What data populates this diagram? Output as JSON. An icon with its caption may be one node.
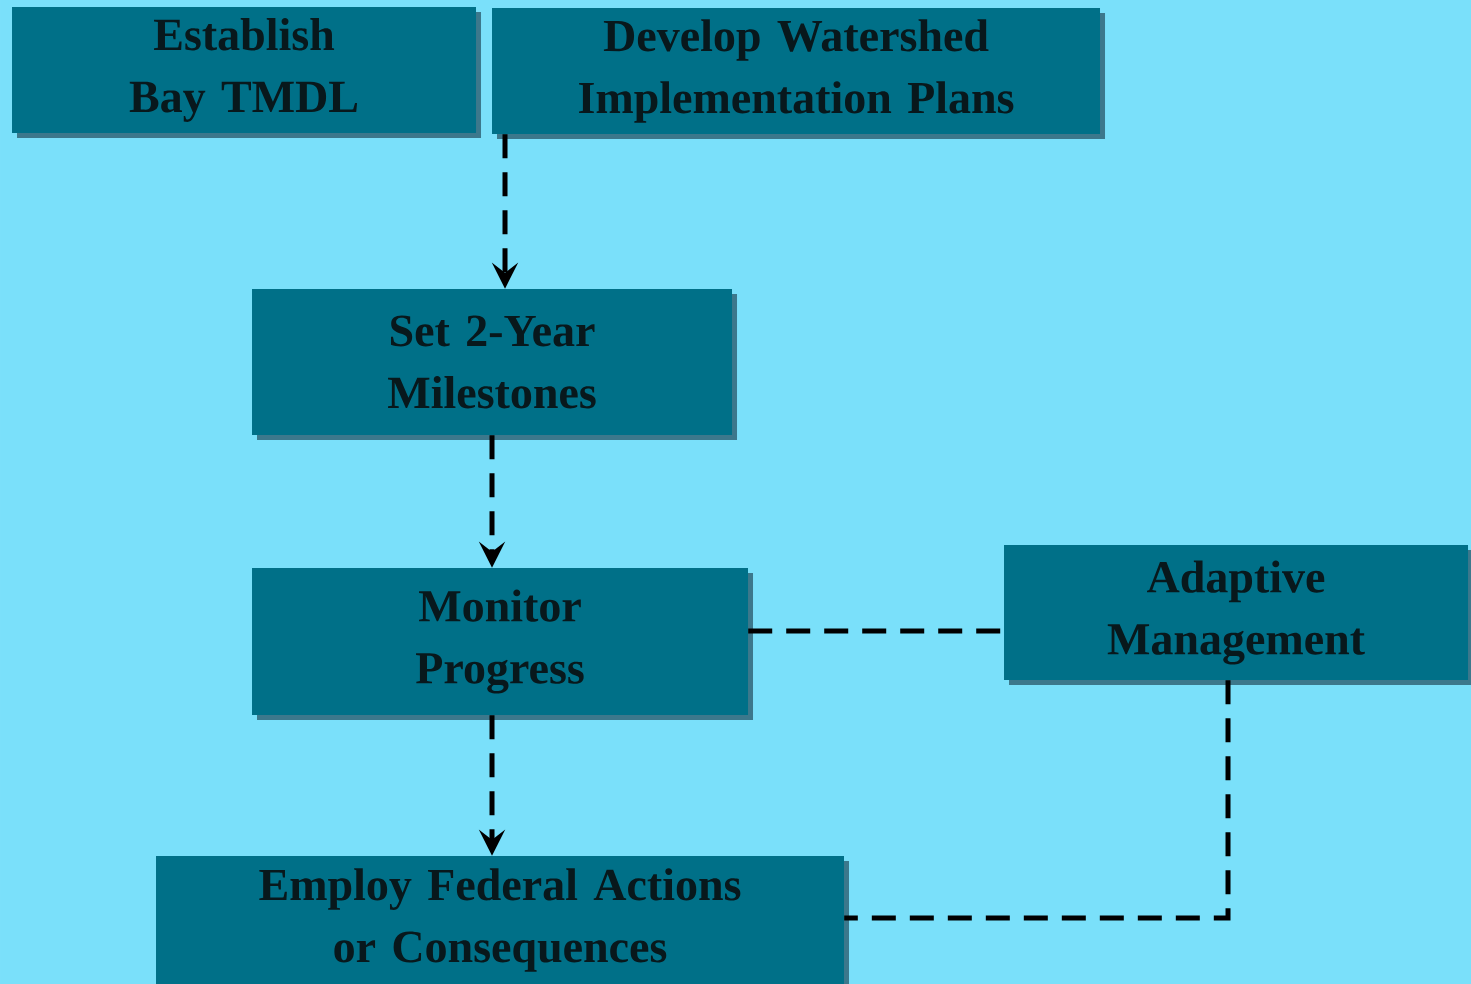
{
  "diagram": {
    "nodes": [
      {
        "text": [
          "Establish Bay TMDL"
        ]
      },
      {
        "text": [
          "Develop Watershed Implementation Plans"
        ]
      },
      {
        "text": [
          "Set 2-Year Milestones"
        ]
      },
      {
        "text": [
          "Monitor Progress"
        ]
      },
      {
        "text": [
          "Adaptive Management"
        ]
      },
      {
        "text": [
          "Employ Federal Actions or Consequences"
        ]
      }
    ],
    "edges": [
      {
        "from": 1,
        "to": 2,
        "arrow": "to",
        "style": "dashed"
      },
      {
        "from": 2,
        "to": 3,
        "arrow": "to",
        "style": "dashed"
      },
      {
        "from": 3,
        "to": 5,
        "arrow": "to",
        "style": "dashed"
      },
      {
        "from": 3,
        "to": 4,
        "arrow": "none",
        "style": "dashed"
      },
      {
        "from": 4,
        "to": 5,
        "arrow": "none",
        "style": "dashed"
      }
    ]
  }
}
